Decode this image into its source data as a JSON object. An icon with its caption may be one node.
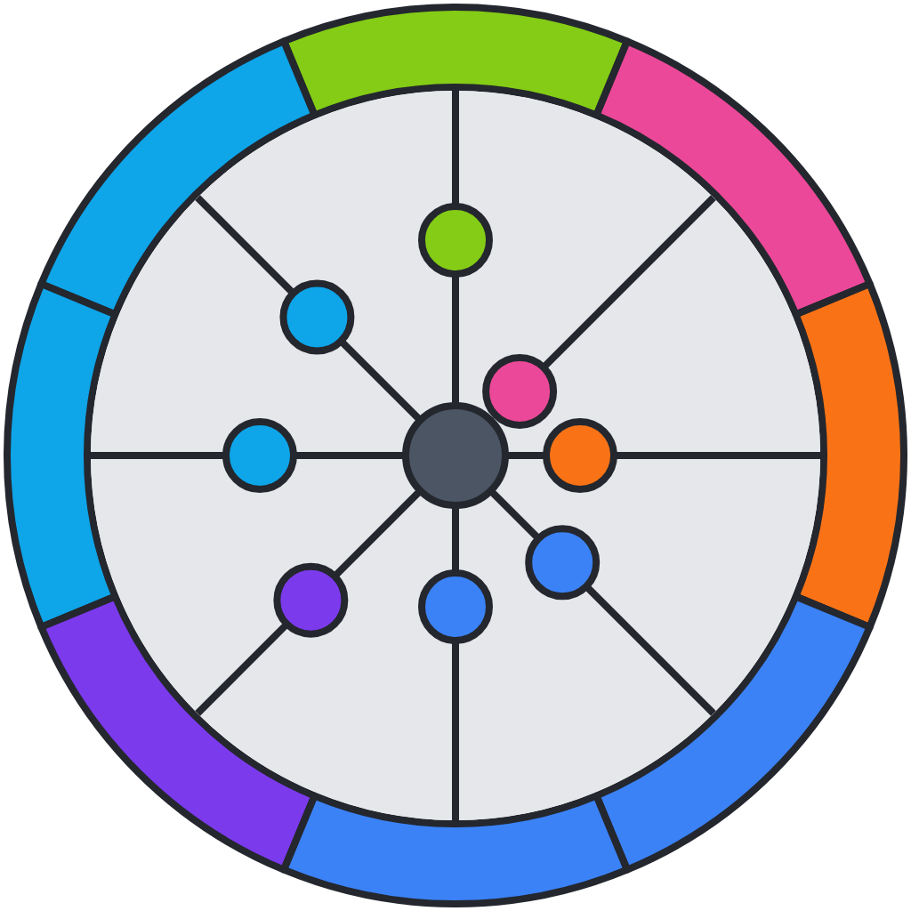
{
  "diagram": {
    "nodes": [
      {
        "text": [],
        "shape": "arc"
      },
      {
        "text": [],
        "shape": "arc"
      },
      {
        "text": [],
        "shape": "arc"
      },
      {
        "text": [],
        "shape": "arc"
      },
      {
        "text": [],
        "shape": "arc"
      },
      {
        "text": [],
        "shape": "arc"
      },
      {
        "text": [],
        "shape": "arc"
      },
      {
        "text": [],
        "shape": "arc"
      },
      {
        "text": [],
        "shape": "circle"
      },
      {
        "text": [],
        "shape": "circle",
        "in": 8
      },
      {
        "text": [],
        "shape": "circle",
        "in": 8
      },
      {
        "text": [],
        "shape": "circle",
        "in": 8
      },
      {
        "text": [],
        "shape": "circle",
        "in": 8
      },
      {
        "text": [],
        "shape": "circle",
        "in": 8
      },
      {
        "text": [],
        "shape": "circle",
        "in": 8
      },
      {
        "text": [],
        "shape": "circle",
        "in": 8
      },
      {
        "text": [],
        "shape": "circle",
        "in": 8
      },
      {
        "text": [],
        "shape": "circle",
        "in": 8
      }
    ],
    "edges": [
      {
        "from": 13,
        "to": 9,
        "arrow": "none"
      },
      {
        "from": 9,
        "to": 0,
        "arrow": "none"
      },
      {
        "from": 13,
        "to": 10,
        "arrow": "none"
      },
      {
        "from": 10,
        "to": 1,
        "arrow": "none"
      },
      {
        "from": 11,
        "to": 2,
        "arrow": "none"
      },
      {
        "from": 13,
        "to": 12,
        "arrow": "none"
      },
      {
        "from": 12,
        "to": 3,
        "arrow": "none"
      },
      {
        "from": 13,
        "to": 14,
        "arrow": "none"
      },
      {
        "from": 14,
        "to": 4,
        "arrow": "none"
      },
      {
        "from": 13,
        "to": 15,
        "arrow": "none"
      },
      {
        "from": 15,
        "to": 6,
        "arrow": "none"
      },
      {
        "from": 13,
        "to": 16,
        "arrow": "none"
      },
      {
        "from": 16,
        "to": 5,
        "arrow": "none"
      },
      {
        "from": 13,
        "to": 17,
        "arrow": "none"
      },
      {
        "from": 17,
        "to": 7,
        "arrow": "none"
      }
    ]
  }
}
